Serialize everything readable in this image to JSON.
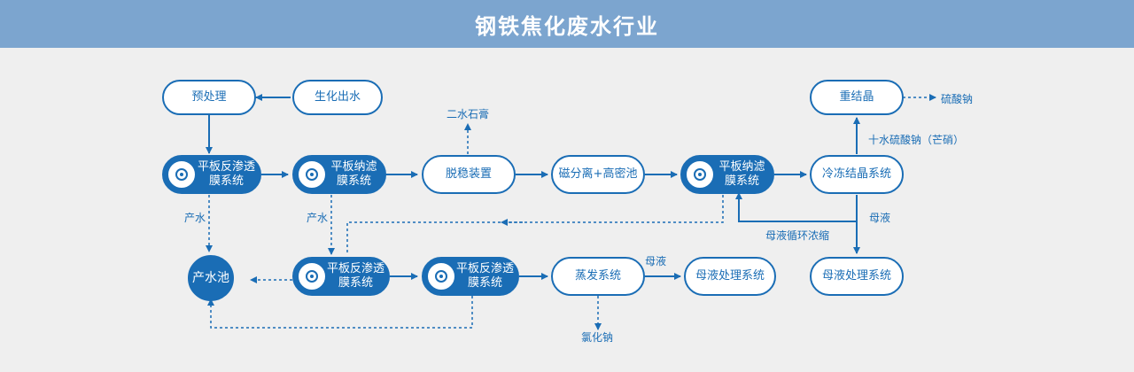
{
  "header": {
    "title": "钢铁焦化废水行业"
  },
  "colors": {
    "primary": "#1a6db5",
    "header_bg": "#7ca5cf",
    "background": "#efefef"
  },
  "icons": {
    "membrane": "membrane-disc-icon"
  },
  "nodes": {
    "pretreat": "预处理",
    "bio_out": "生化出水",
    "ro1": "平板反渗透\n膜系统",
    "nf1": "平板纳滤\n膜系统",
    "desulfur": "脱稳装置",
    "magnetic": "磁分离+高密池",
    "nf2": "平板纳滤\n膜系统",
    "freeze": "冷冻结晶系统",
    "recrystal": "重结晶",
    "water_pool": "产水池",
    "ro2": "平板反渗透\n膜系统",
    "ro3": "平板反渗透\n膜系统",
    "evap": "蒸发系统",
    "mother_treat1": "母液处理系统",
    "mother_treat2": "母液处理系统"
  },
  "labels": {
    "gypsum": "二水石膏",
    "sodium_sulfate": "硫酸钠",
    "glauber": "十水硫酸钠（芒硝）",
    "product_water1": "产水",
    "product_water2": "产水",
    "mother_liquor1": "母液",
    "mother_recycle": "母液循环浓缩",
    "mother_liquor2": "母液",
    "sodium_chloride": "氯化钠"
  }
}
